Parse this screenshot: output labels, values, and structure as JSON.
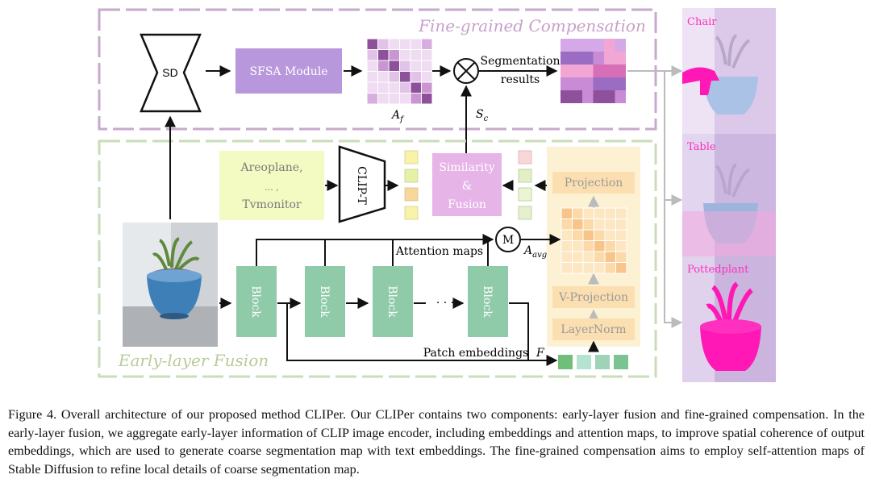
{
  "figure": {
    "fine_grained_title": "Fine-grained Compensation",
    "early_layer_title": "Early-layer Fusion",
    "sd_label": "SD",
    "sfsa_label": "SFSA Module",
    "af_symbol": "A",
    "af_sub": "f",
    "sc_symbol": "S",
    "sc_sub": "c",
    "segmentation_line1": "Segmentation",
    "segmentation_line2": "results",
    "classes_line1": "Areoplane,",
    "classes_line2": "... ,",
    "classes_line3": "Tvmonitor",
    "clip_t_label": "CLIP-T",
    "similarity_line1": "Similarity",
    "similarity_line2": "&",
    "similarity_line3": "Fusion",
    "projection_label": "Projection",
    "v_projection_label": "V-Projection",
    "layernorm_label": "LayerNorm",
    "m_label": "M",
    "aavg_symbol": "A",
    "aavg_sub": "avg",
    "attention_maps_label": "Attention maps",
    "patch_embeddings_label": "Patch embeddings",
    "f_symbol": "F",
    "block_label": "Block",
    "dots_label": "· · ·",
    "result_labels": [
      "Chair",
      "Table",
      "Pottedplant"
    ],
    "colors": {
      "fine_border": "#c7a9cc",
      "early_border": "#c8ddb8",
      "sfsa_fill": "#b997dc",
      "block_fill": "#8fcaa9",
      "clip_fill": "#f3fbc3",
      "similarity_fill": "#e7b4e8",
      "projection_panel": "#fdf1d4",
      "result_magenta": "#ff18b5"
    }
  },
  "caption": {
    "text": "Figure 4. Overall architecture of our proposed method CLIPer. Our CLIPer contains two components: early-layer fusion and fine-grained compensation. In the early-layer fusion, we aggregate early-layer information of CLIP image encoder, including embeddings and attention maps, to improve spatial coherence of output embeddings, which are used to generate coarse segmentation map with text embeddings. The fine-grained compensation aims to employ self-attention maps of Stable Diffusion to refine local details of coarse segmentation map."
  }
}
